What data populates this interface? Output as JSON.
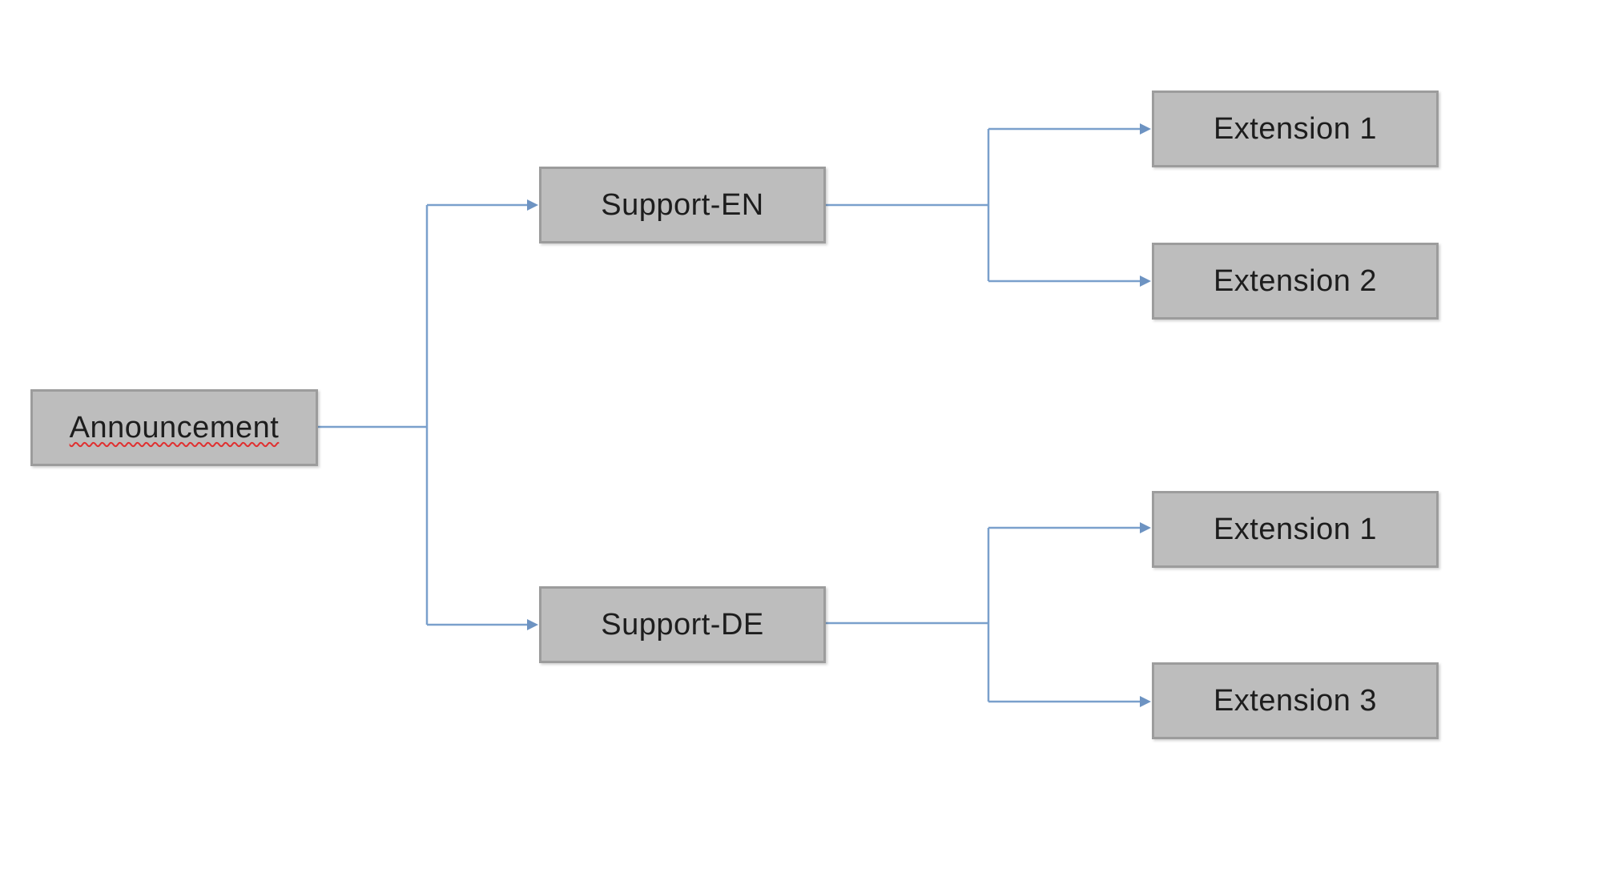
{
  "diagram": {
    "root": {
      "label": "Announcement",
      "spellcheck_flag": true
    },
    "branches": [
      {
        "label": "Support-EN",
        "children": [
          "Extension 1",
          "Extension 2"
        ]
      },
      {
        "label": "Support-DE",
        "children": [
          "Extension 1",
          "Extension 3"
        ]
      }
    ],
    "colors": {
      "node_fill": "#bdbdbd",
      "node_border": "#9c9c9c",
      "connector": "#7aa0cc",
      "spellcheck_underline": "#e03030"
    }
  }
}
